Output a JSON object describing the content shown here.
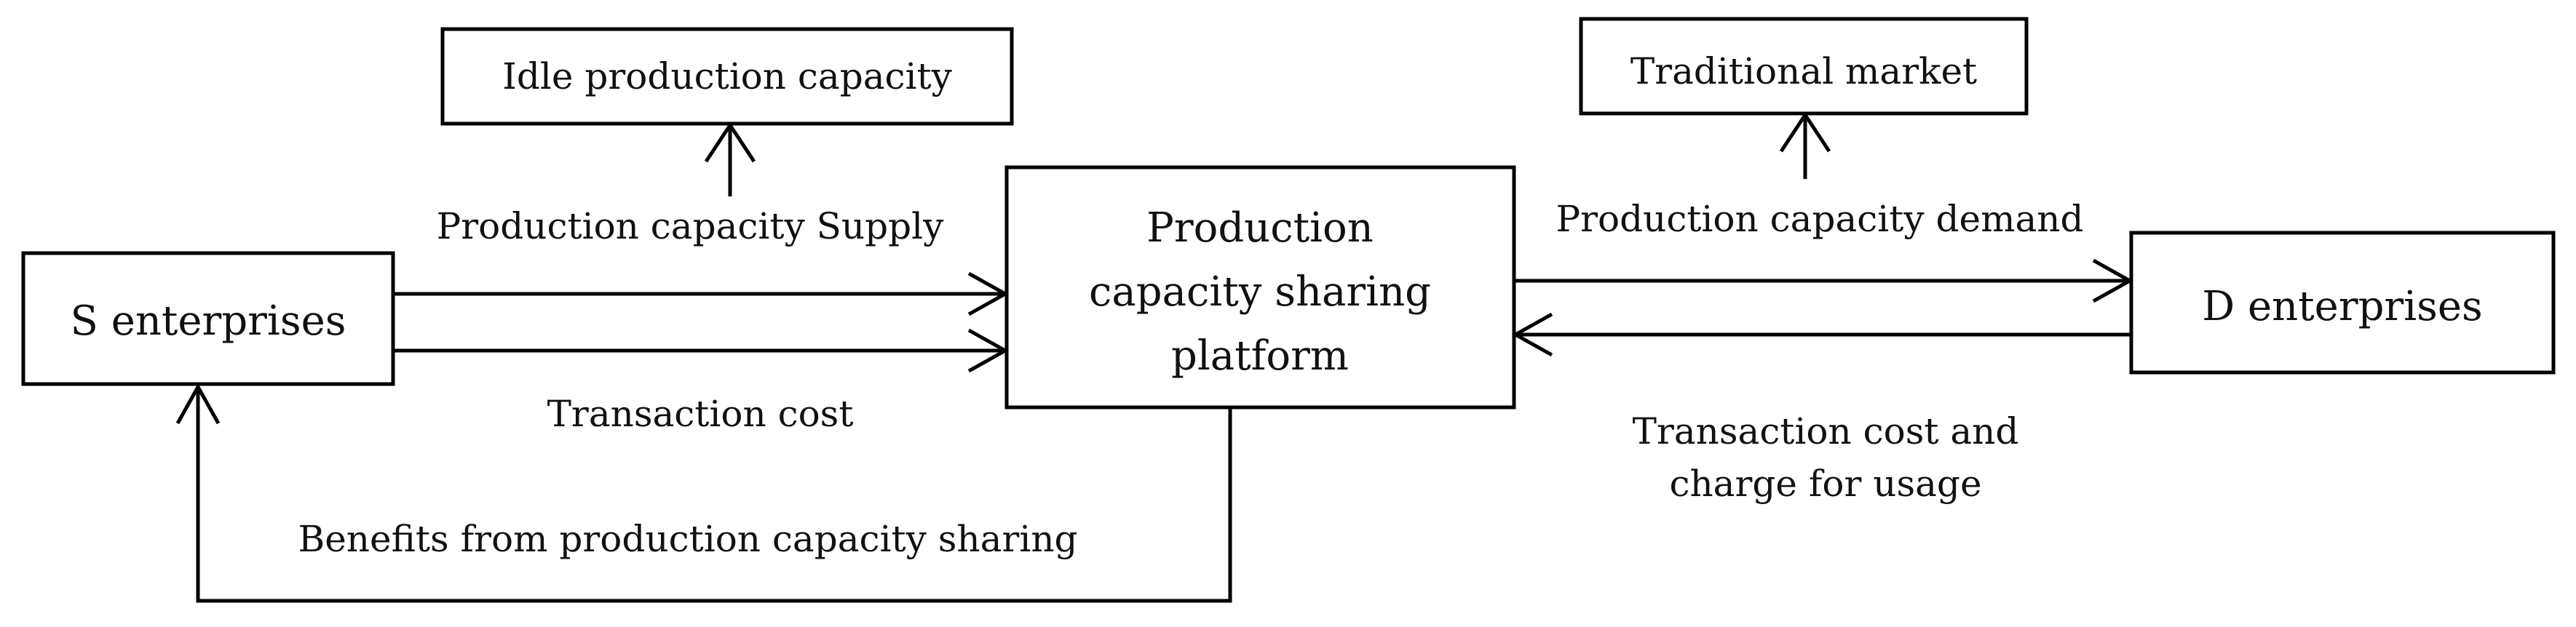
{
  "nodes": {
    "s_enterprises": "S enterprises",
    "d_enterprises": "D enterprises",
    "platform": [
      "Production",
      "capacity sharing",
      "platform"
    ],
    "idle_capacity": "Idle production capacity",
    "traditional_market": "Traditional market"
  },
  "edges": {
    "capacity_supply": "Production capacity Supply",
    "transaction_cost": "Transaction cost",
    "benefits": "Benefits from production capacity sharing",
    "capacity_demand": "Production capacity demand",
    "transaction_cost_charge": [
      "Transaction cost and",
      "charge for usage"
    ]
  }
}
